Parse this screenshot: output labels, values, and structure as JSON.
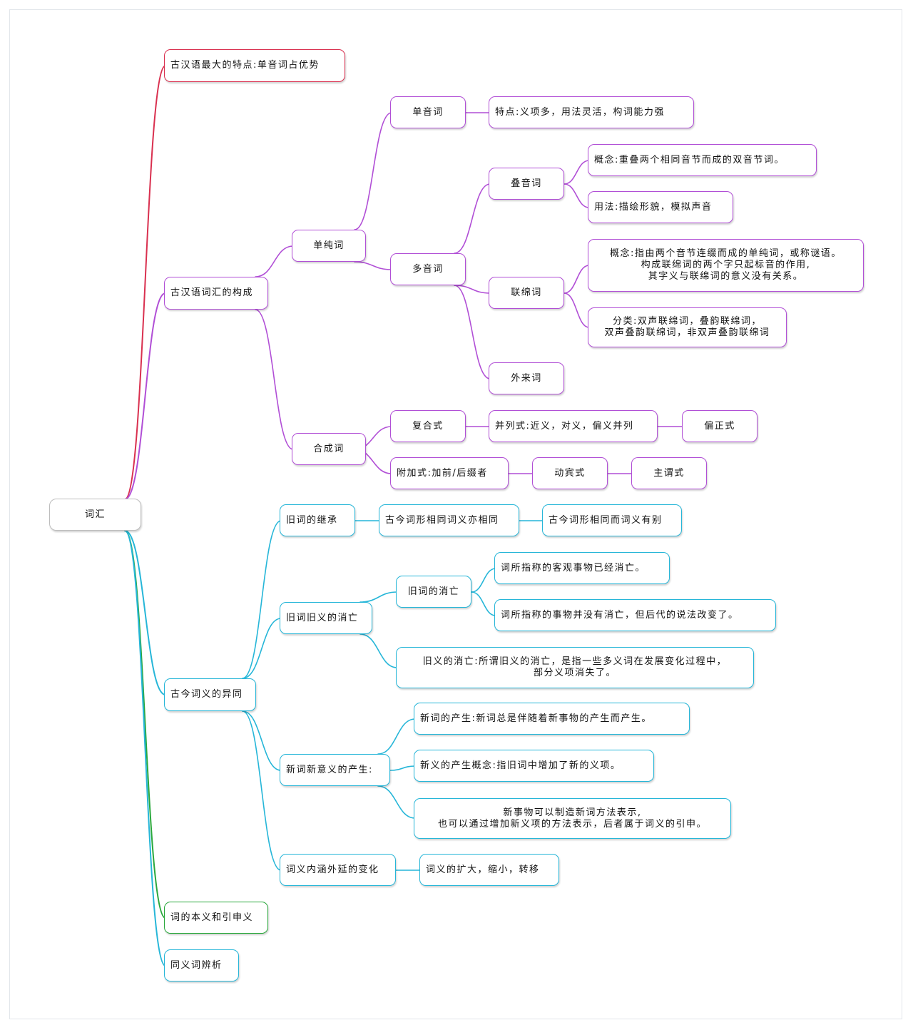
{
  "root": "词汇",
  "sections": {
    "feature": "古汉语最大的特点:单音词占优势",
    "composition": {
      "label": "古汉语词汇的构成",
      "simple": {
        "label": "单纯词",
        "mono": {
          "label": "单音词",
          "desc": "特点:义项多，用法灵活，构词能力强"
        },
        "poly": {
          "label": "多音词",
          "reduplicated": {
            "label": "叠音词",
            "concept": "概念:重叠两个相同音节而成的双音节词。",
            "usage": "用法:描绘形貌，模拟声音"
          },
          "binome": {
            "label": "联绵词",
            "concept": [
              "概念:指由两个音节连缀而成的单纯词，或称谜语。",
              "构成联绵词的两个字只起标音的作用,",
              "其字义与联绵词的意义没有关系。"
            ],
            "classes": [
              "分类:双声联绵词，叠韵联绵词，",
              "双声叠韵联绵词，非双声叠韵联绵词"
            ]
          },
          "loanword": {
            "label": "外来词"
          }
        }
      },
      "compound": {
        "label": "合成词",
        "complex": {
          "label": "复合式",
          "coordinate": "并列式:近义，对义，偏义并列",
          "modifier": "偏正式"
        },
        "affix": {
          "label": "附加式:加前/后缀者",
          "verb_object": "动宾式",
          "subject_predicate": "主谓式"
        }
      }
    },
    "change": {
      "label": "古今词义的异同",
      "inherit": {
        "label": "旧词的继承",
        "same": "古今词形相同词义亦相同",
        "diff": "古今词形相同而词义有别"
      },
      "vanish": {
        "label": "旧词旧义的消亡",
        "old_word": {
          "label": "旧词的消亡",
          "a": "词所指称的客观事物已经消亡。",
          "b": "词所指称的事物并没有消亡，但后代的说法改变了。"
        },
        "old_meaning": [
          "旧义的消亡:所谓旧义的消亡，是指一些多义词在发展变化过程中，",
          "部分义项消失了。"
        ]
      },
      "emerge": {
        "label": "新词新意义的产生:",
        "new_word": "新词的产生:新词总是伴随着新事物的产生而产生。",
        "new_meaning": "新义的产生概念:指旧词中增加了新的义项。",
        "note": [
          "新事物可以制造新词方法表示,",
          "也可以通过增加新义项的方法表示，后者属于词义的引申。"
        ]
      },
      "scope": {
        "label": "词义内涵外延的变化",
        "desc": "词义的扩大，缩小，转移"
      }
    },
    "extended": "词的本义和引申义",
    "synonyms": "同义词辨析"
  },
  "colors": {
    "red": "#d9304f",
    "purple": "#b14fd6",
    "cyan": "#26b6d8",
    "green": "#2aa83c",
    "root": "#bdbdbd"
  }
}
